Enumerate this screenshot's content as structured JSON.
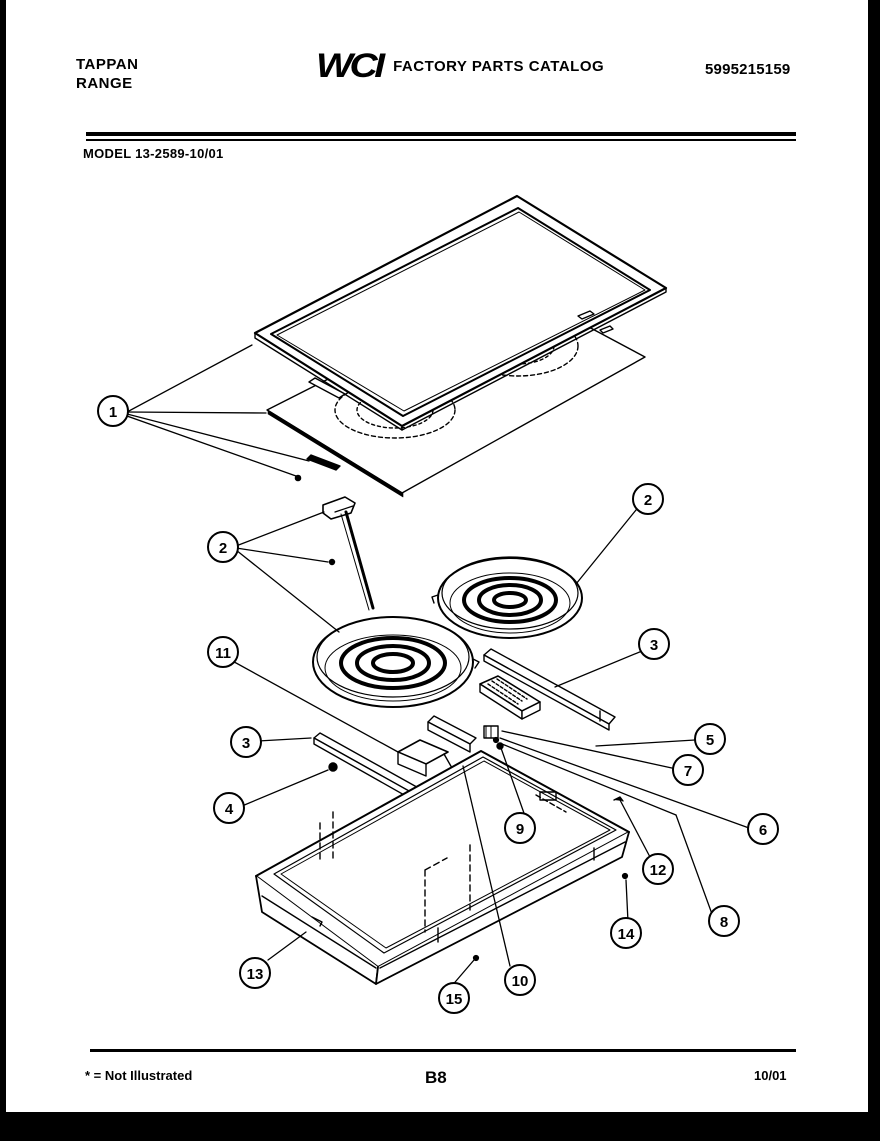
{
  "header": {
    "brand_line1": "TAPPAN",
    "brand_line2": "RANGE",
    "logo": "WCI",
    "catalog_title": "FACTORY PARTS CATALOG",
    "catalog_number": "5995215159"
  },
  "model": "MODEL 13-2589-10/01",
  "diagram": {
    "callouts": [
      "1",
      "2",
      "2",
      "3",
      "3",
      "4",
      "5",
      "6",
      "7",
      "8",
      "9",
      "10",
      "11",
      "12",
      "13",
      "14",
      "15"
    ]
  },
  "footer": {
    "footnote": "* = Not Illustrated",
    "page_code": "B8",
    "date": "10/01"
  }
}
